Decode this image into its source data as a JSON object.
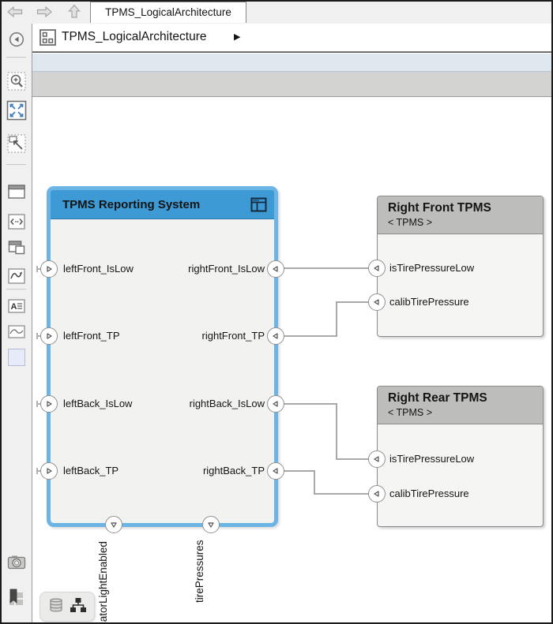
{
  "window": {
    "tab_title": "TPMS_LogicalArchitecture"
  },
  "breadcrumb": {
    "path": "TPMS_LogicalArchitecture",
    "caret": "▶"
  },
  "toolbar": {
    "icons": [
      "back-circle-icon",
      "zoom-region-icon",
      "fit-to-view-icon",
      "zoom-actual-icon",
      "window-icon",
      "code-viewer-icon",
      "duplicate-window-icon",
      "signal-trace-icon",
      "annotation-icon",
      "image-icon",
      "area-box-icon",
      "camera-icon",
      "report-bookmark-icon",
      "comment-slashes-icon"
    ]
  },
  "statusbar": {
    "icons": [
      "data-dictionary-icon",
      "model-hierarchy-icon"
    ]
  },
  "diagram": {
    "main_component": {
      "title": "TPMS Reporting System",
      "left_ports": [
        "leftFront_IsLow",
        "leftFront_TP",
        "leftBack_IsLow",
        "leftBack_TP"
      ],
      "right_ports": [
        "rightFront_IsLow",
        "rightFront_TP",
        "rightBack_IsLow",
        "rightBack_TP"
      ],
      "bottom_ports": [
        "catorLightEnabled",
        "tirePressures"
      ]
    },
    "right_front": {
      "title": "Right Front TPMS",
      "stereotype": "< TPMS >",
      "ports": [
        "isTirePressureLow",
        "calibTirePressure"
      ]
    },
    "right_rear": {
      "title": "Right Rear TPMS",
      "stereotype": "< TPMS >",
      "ports": [
        "isTirePressureLow",
        "calibTirePressure"
      ]
    }
  },
  "colors": {
    "component_header_blue": "#3d9ad5",
    "selection_blue": "#6ab5e6",
    "stereotype_header_gray": "#bdbdbb",
    "component_body": "#f2f2f1",
    "connector_gray": "#a8a8a8",
    "canvas": "#ffffff"
  }
}
